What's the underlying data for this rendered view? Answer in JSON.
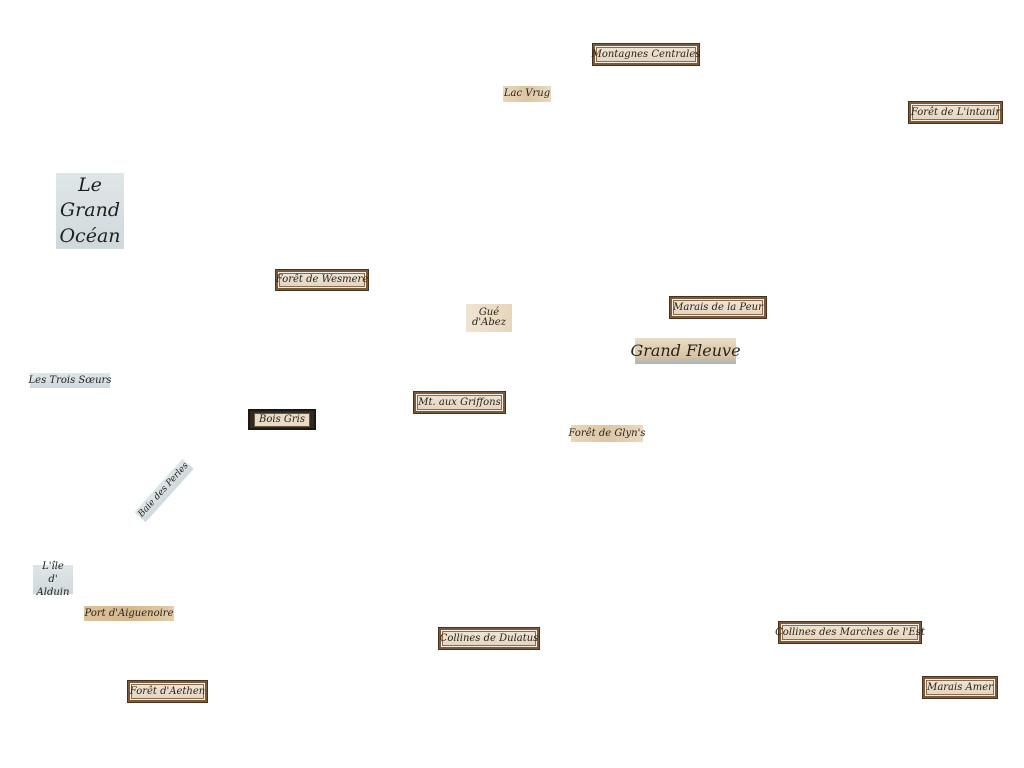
{
  "map": {
    "labels": [
      {
        "text": "Montagnes Centrales"
      },
      {
        "text": "Lac Vrug"
      },
      {
        "text": "Forêt de L'intanir"
      },
      {
        "text": "Le\nGrand\nOcéan"
      },
      {
        "text": "Forêt de Wesmere"
      },
      {
        "text": "Gué\nd'Abez"
      },
      {
        "text": "Marais de la Peur"
      },
      {
        "text": "Grand Fleuve"
      },
      {
        "text": "Les Trois Sœurs"
      },
      {
        "text": "Mt. aux Griffons"
      },
      {
        "text": "Bois Gris"
      },
      {
        "text": "Forêt de Glyn's"
      },
      {
        "text": "Baie des Perles"
      },
      {
        "text": "L'île d'\nAlduin"
      },
      {
        "text": "Port d'Aiguenoire"
      },
      {
        "text": "Collines de Dulatus"
      },
      {
        "text": "Collines des Marches de l'Est"
      },
      {
        "text": "Forêt d'Aethen"
      },
      {
        "text": "Marais Amer"
      }
    ]
  }
}
